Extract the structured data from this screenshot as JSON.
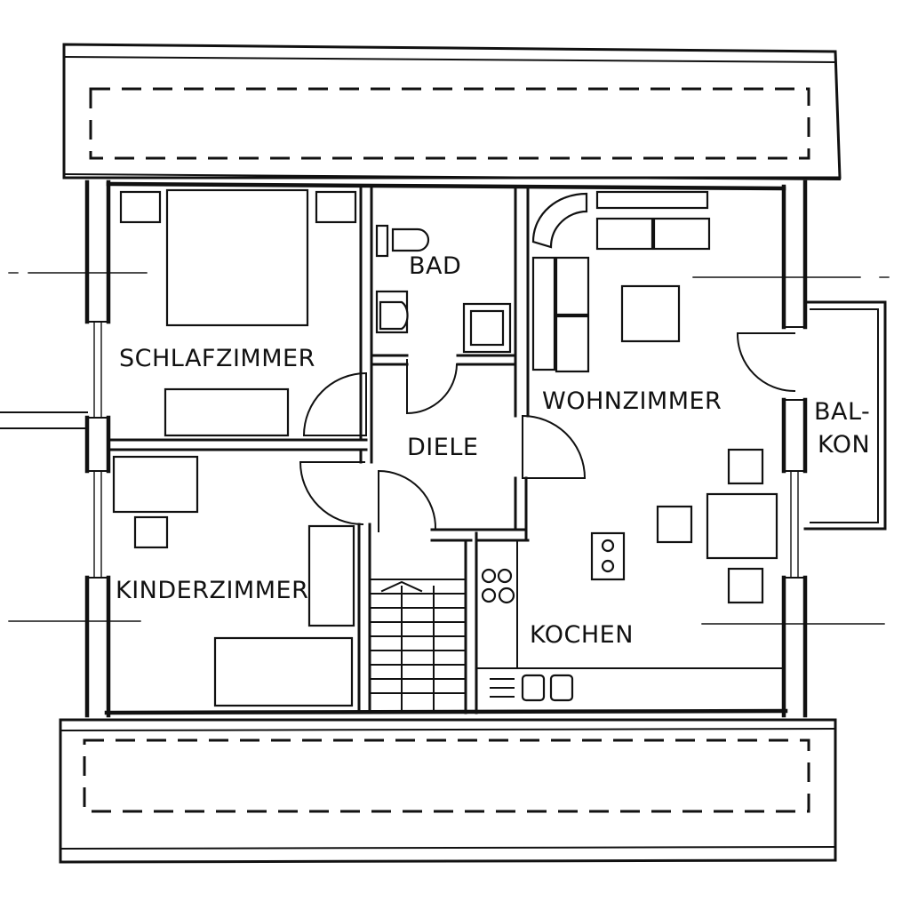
{
  "rooms": {
    "schlafzimmer": "SCHLAFZIMMER",
    "bad": "BAD",
    "diele": "DIELE",
    "wohnzimmer": "WOHNZIMMER",
    "balkon_line1": "BAL-",
    "balkon_line2": "KON",
    "kinderzimmer": "KINDERZIMMER",
    "kochen": "KOCHEN"
  },
  "colors": {
    "ink": "#111111",
    "paper": "#ffffff"
  }
}
